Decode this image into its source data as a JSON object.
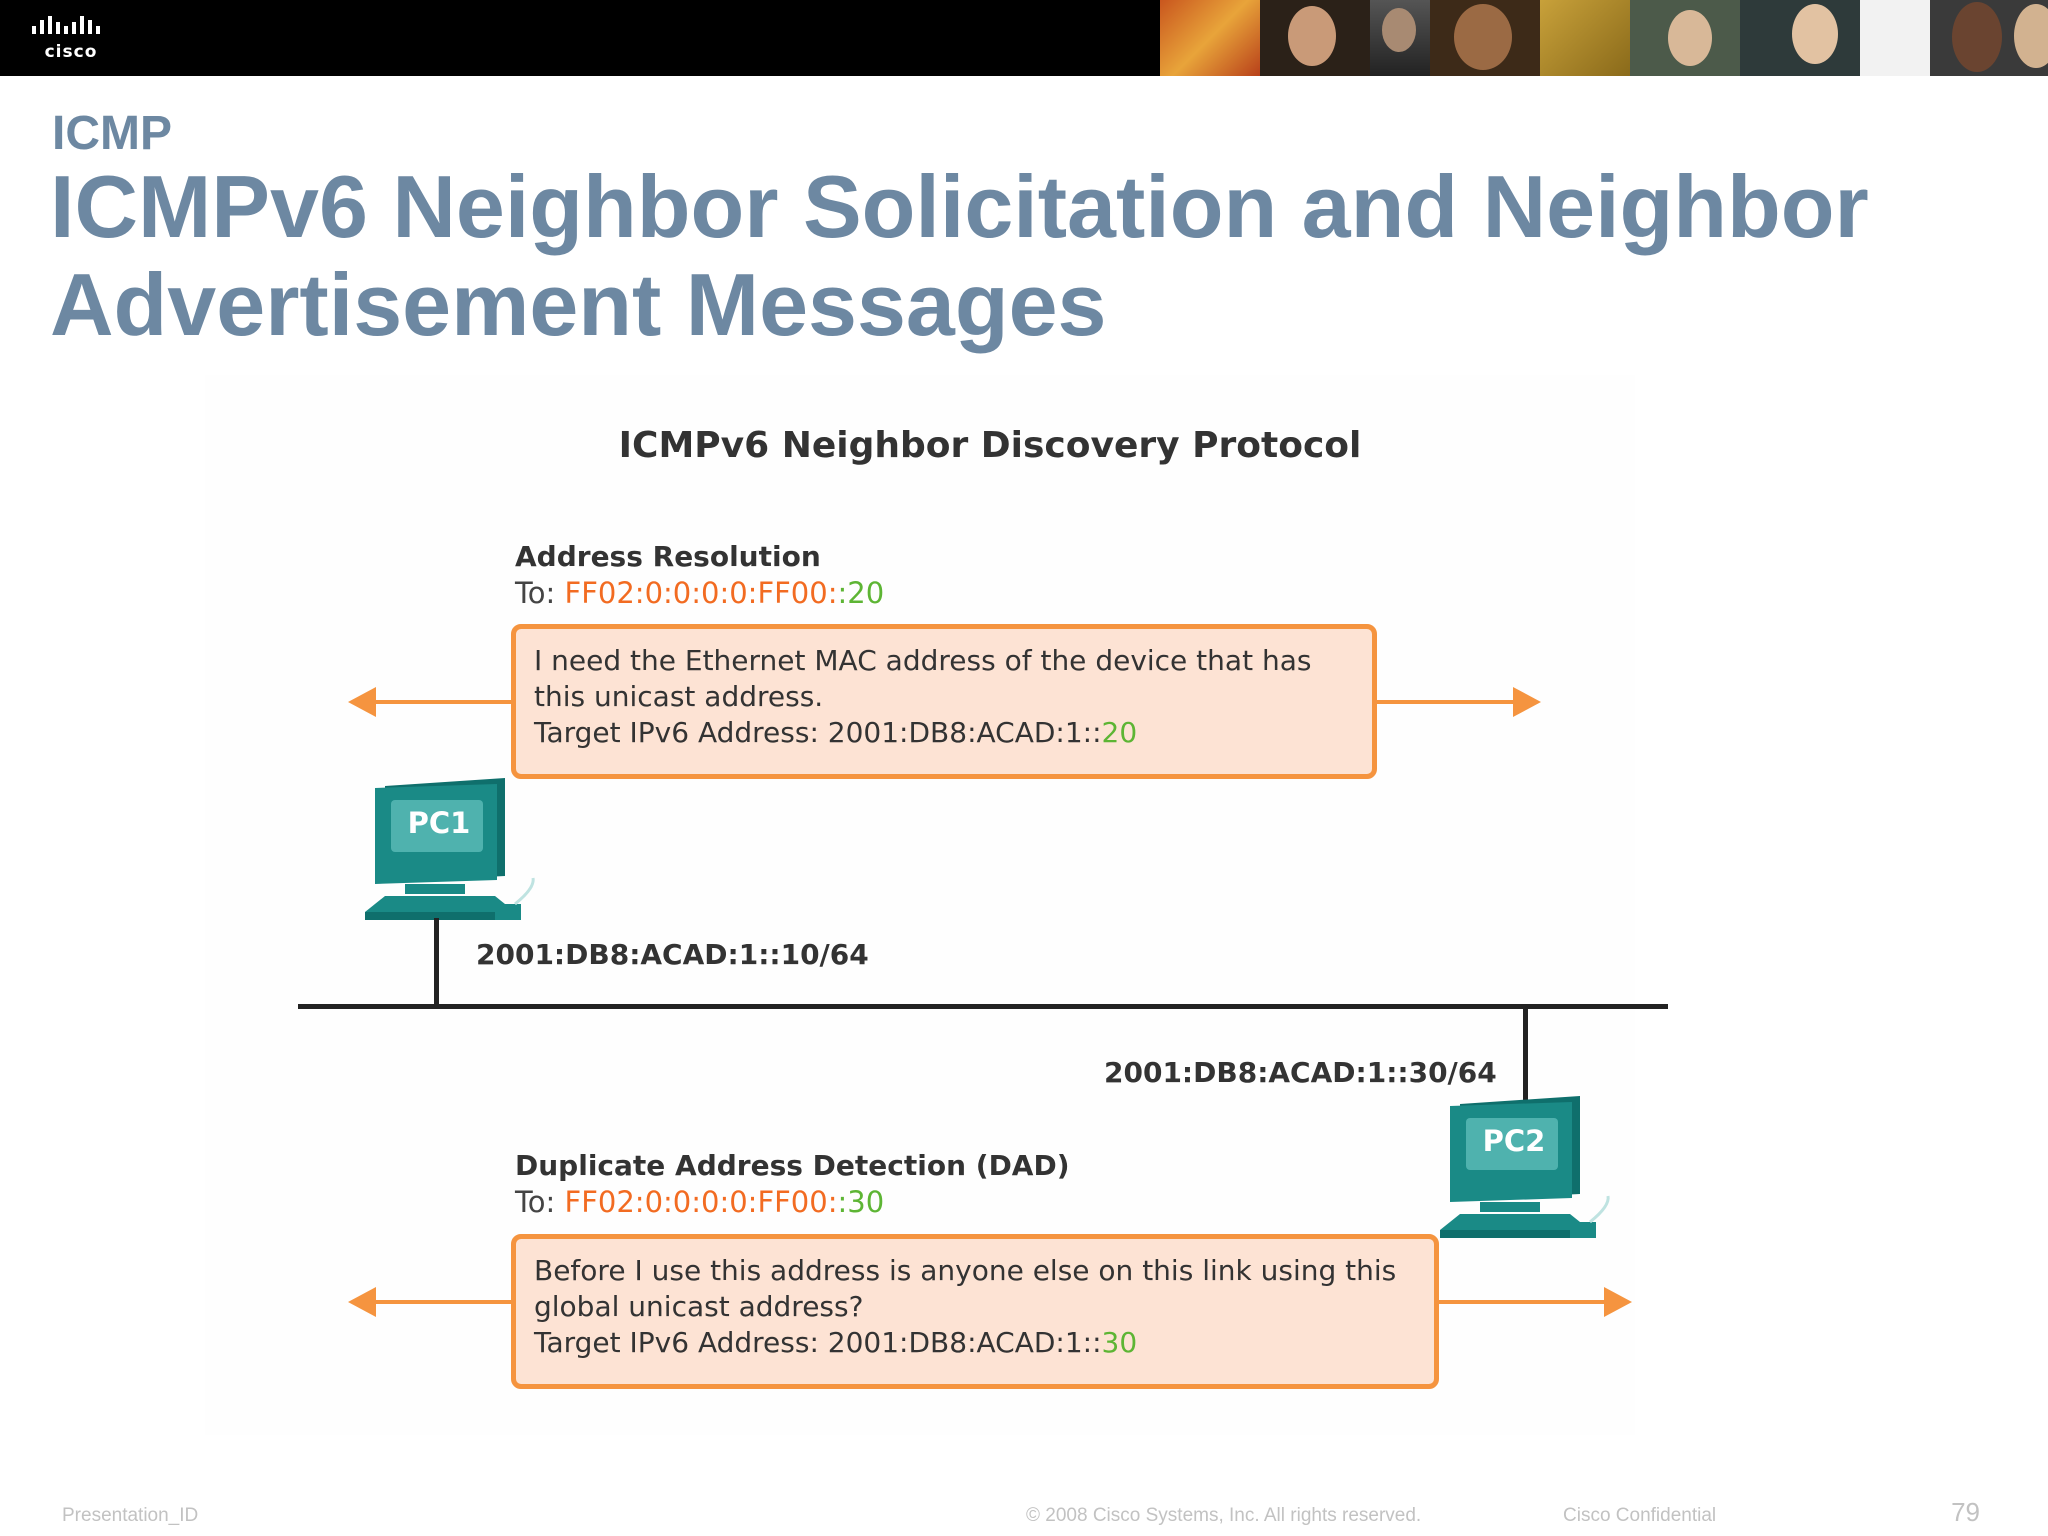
{
  "header": {
    "logo_text": "cisco",
    "section": "ICMP",
    "title": "ICMPv6 Neighbor Solicitation and Neighbor Advertisement Messages"
  },
  "diagram": {
    "title": "ICMPv6 Neighbor Discovery Protocol",
    "address_resolution": {
      "heading": "Address Resolution",
      "to_label": "To: ",
      "to_prefix": "FF02:0:0:0:0:FF00:",
      "to_suffix": ":20",
      "message_line1": "I need the Ethernet MAC address of the device that has",
      "message_line2": "this unicast address.",
      "target_prefix": "Target IPv6 Address: 2001:DB8:ACAD:1::",
      "target_suffix": "20"
    },
    "dad": {
      "heading": "Duplicate Address Detection (DAD)",
      "to_label": "To: ",
      "to_prefix": "FF02:0:0:0:0:FF00:",
      "to_suffix": ":30",
      "message_line1": "Before I use this address is anyone else on this link using this",
      "message_line2": "global unicast address?",
      "target_prefix": "Target IPv6 Address: 2001:DB8:ACAD:1::",
      "target_suffix": "30"
    },
    "pc1": {
      "label": "PC1",
      "address": "2001:DB8:ACAD:1::10/64"
    },
    "pc2": {
      "label": "PC2",
      "address": "2001:DB8:ACAD:1::30/64"
    },
    "colors": {
      "multicast": "#f26b21",
      "host_id": "#5db534",
      "box_fill": "#fde3d4",
      "box_border": "#f5943f",
      "pc": "#1a8a86"
    }
  },
  "footer": {
    "presentation_id": "Presentation_ID",
    "copyright": "© 2008 Cisco Systems, Inc. All rights reserved.",
    "confidential": "Cisco Confidential",
    "page_number": "79"
  }
}
